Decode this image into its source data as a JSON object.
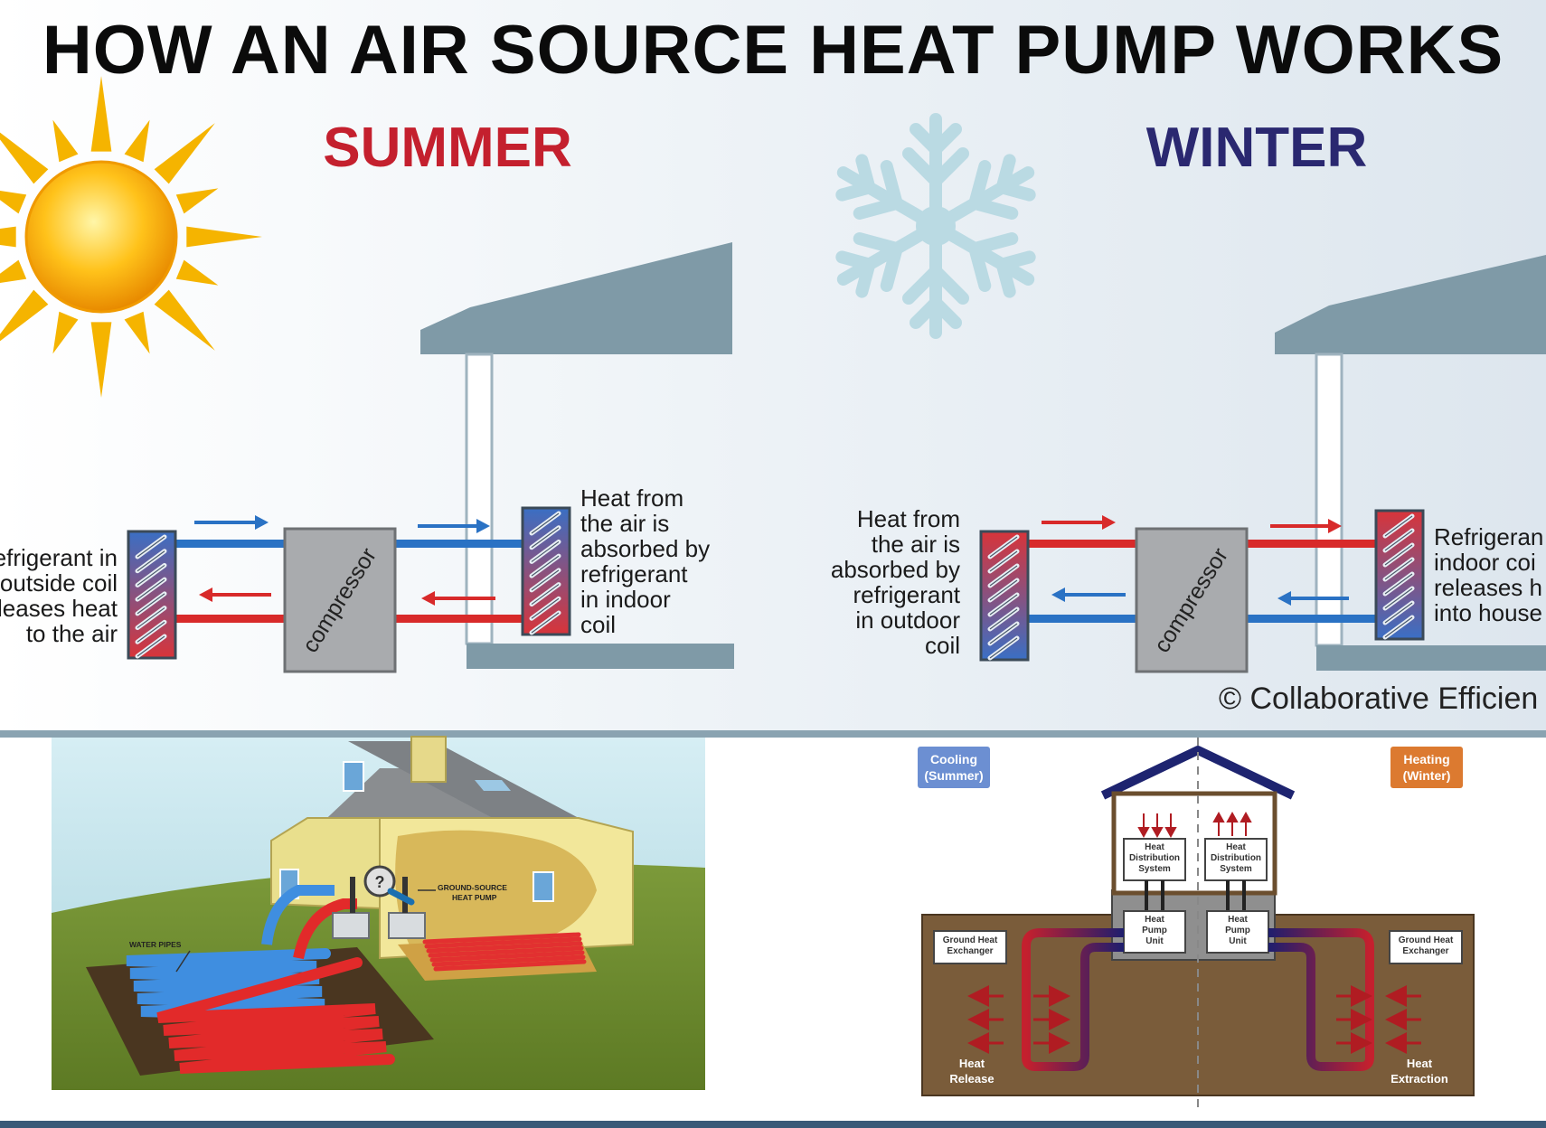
{
  "title": "HOW AN AIR SOURCE HEAT PUMP WORKS",
  "summer": {
    "title": "SUMMER",
    "left_caption": [
      "efrigerant in",
      "outside coil",
      "eleases heat",
      "to the air"
    ],
    "right_caption": [
      "Heat from",
      "the air is",
      "absorbed by",
      "refrigerant",
      "in indoor",
      "coil"
    ],
    "compressor_label": "compressor"
  },
  "winter": {
    "title": "WINTER",
    "left_caption": [
      "Heat from",
      "the air is",
      "absorbed by",
      "refrigerant",
      "in outdoor",
      "coil"
    ],
    "right_caption": [
      "Refrigeran",
      "indoor coi",
      "releases h",
      "into house"
    ],
    "compressor_label": "compressor"
  },
  "copyright": "© Collaborative Efficien",
  "ground_source": {
    "heat_pump_label": [
      "GROUND-SOURCE",
      "HEAT PUMP"
    ],
    "water_pipes_label": "WATER PIPES"
  },
  "geothermal": {
    "cooling_tag": [
      "Cooling",
      "(Summer)"
    ],
    "heating_tag": [
      "Heating",
      "(Winter)"
    ],
    "heat_distribution": [
      "Heat",
      "Distribution",
      "System"
    ],
    "heat_pump_unit": [
      "Heat",
      "Pump",
      "Unit"
    ],
    "ground_heat_exchanger": [
      "Ground Heat",
      "Exchanger"
    ],
    "heat_release": [
      "Heat",
      "Release"
    ],
    "heat_extraction": [
      "Heat",
      "Extraction"
    ]
  },
  "colors": {
    "summer_red": "#c4202e",
    "winter_navy": "#2a2870",
    "hot_pipe": "#d82a2a",
    "cold_pipe": "#2a72c4",
    "house_slate": "#7f9aa7",
    "heating_tag": "#dc7a30",
    "cooling_tag": "#6c8fd2"
  }
}
